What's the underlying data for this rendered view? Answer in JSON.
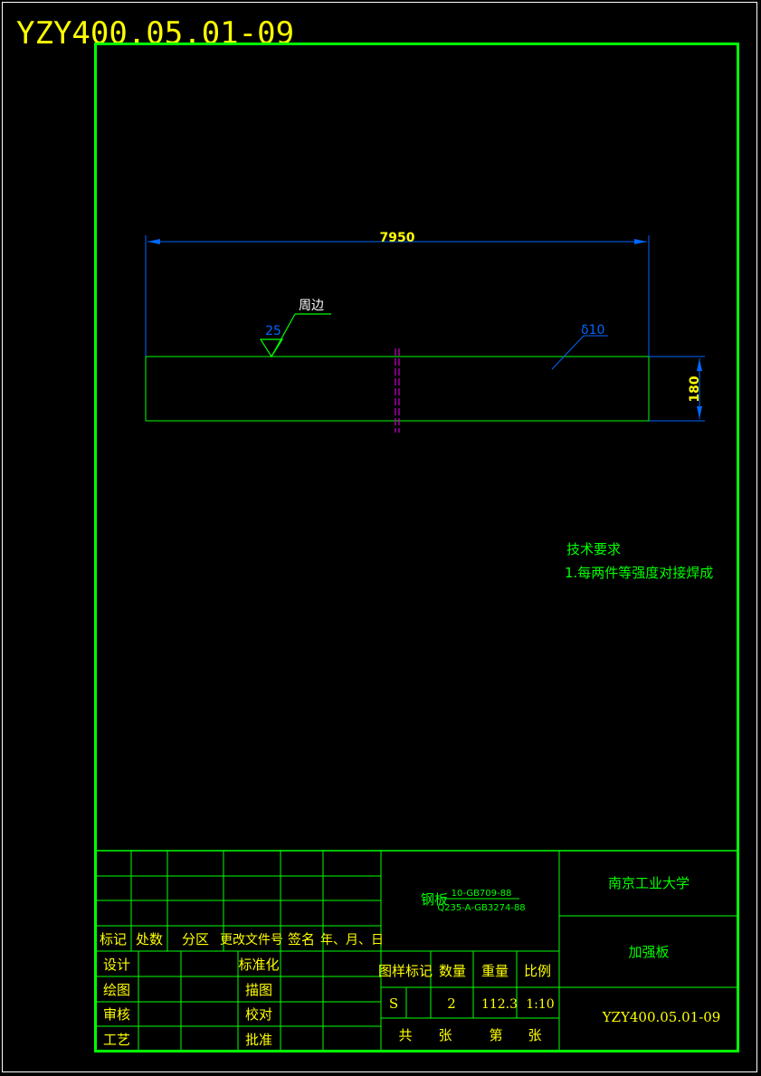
{
  "drawing_code": "YZY400.05.01-09",
  "part": {
    "length_dim": "7950",
    "height_dim": "180",
    "weld_size": "25",
    "weld_note": "周边",
    "thickness_note": "δ10"
  },
  "tech_requirements": {
    "title": "技术要求",
    "item1": "1.每两件等强度对接焊成"
  },
  "title_block": {
    "headers": [
      "标记",
      "处数",
      "分区",
      "更改文件号",
      "签名",
      "年、月、日"
    ],
    "roles_left": [
      "设计",
      "绘图",
      "审核",
      "工艺"
    ],
    "roles_mid": [
      "标准化",
      "描图",
      "校对",
      "批准"
    ],
    "material_name": "钢板",
    "material_spec_top": "10-GB709-88",
    "material_spec_bottom": "Q235-A-GB3274-88",
    "col_labels": [
      "图样标记",
      "数量",
      "重量",
      "比例"
    ],
    "mark_value": "S",
    "quantity": "2",
    "weight": "112.3",
    "scale": "1:10",
    "sheets_total_label": "共",
    "sheets_label1": "张",
    "sheet_no_label": "第",
    "sheets_label2": "张",
    "school": "南京工业大学",
    "part_name": "加强板",
    "code": "YZY400.05.01-09"
  },
  "colors": {
    "frame": "#00ff00",
    "text_yellow": "#ffff00",
    "dimension": "#0066ff",
    "white": "#ffffff",
    "center_mark": "#cc00cc"
  }
}
